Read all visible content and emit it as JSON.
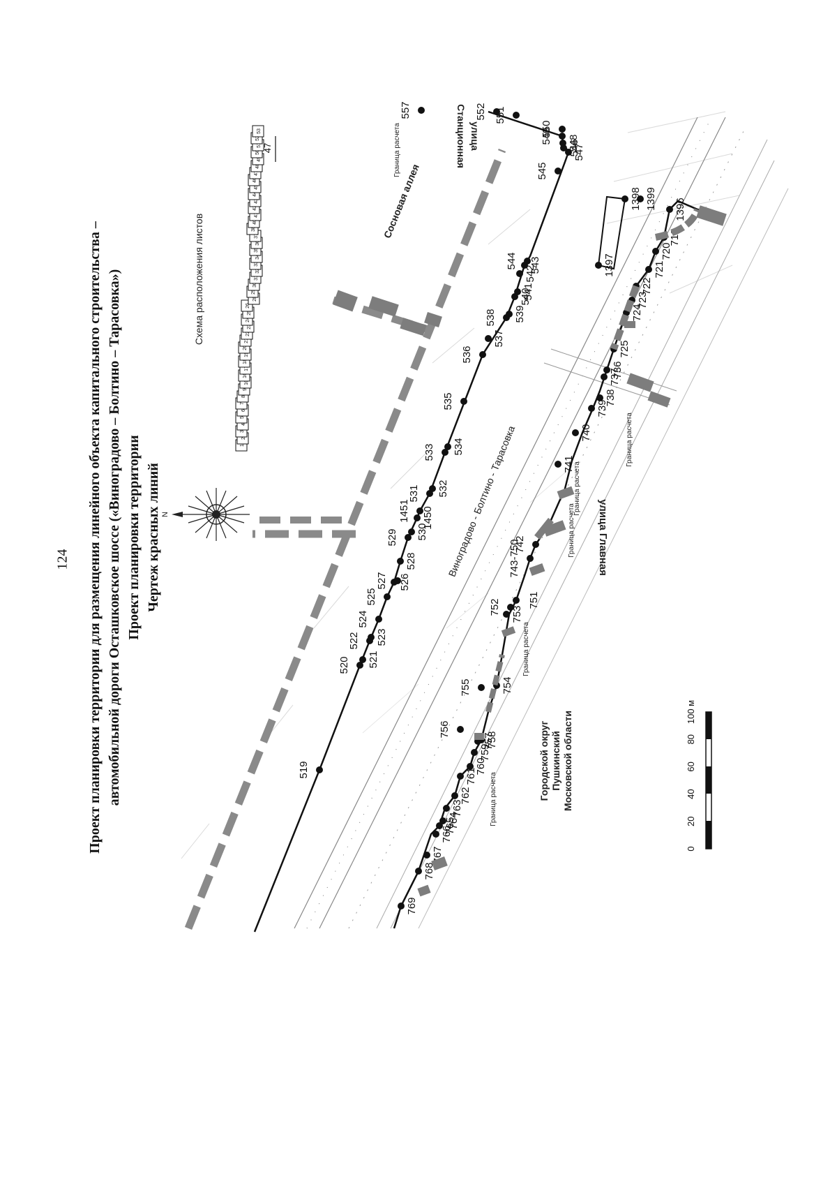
{
  "page_number": "124",
  "title": {
    "line1": "Проект планировки территории для размещения линейного объекта капитального строительства –",
    "line2": "автомобильной дороги Осташковское шоссе («Виноградово – Болтино – Тарасовка»)",
    "line3": "Проект планировки территории",
    "line4": "Чертеж красных линий"
  },
  "labels": {
    "north": "N",
    "sheet_scheme_title": "Схема расположения листов",
    "street_station": "Станционная",
    "street_station_word": "улица",
    "street_pine": "Сосновая аллея",
    "road": "Виноградово - Болтино - Тарасовка",
    "street_main": "улица Главная",
    "okrug_1": "Городской округ",
    "okrug_2": "Пушкинский",
    "okrug_3": "Московской области",
    "calc_boundary": "Граница расчета"
  },
  "scale_bar": {
    "ticks": [
      "0",
      "20",
      "40",
      "60",
      "80",
      "100 м"
    ]
  },
  "sheet_scheme": {
    "sheets": [
      "1",
      "2",
      "3",
      "4",
      "5",
      "6",
      "7",
      "8",
      "9",
      "10",
      "16",
      "17",
      "18",
      "19",
      "20",
      "21",
      "22",
      "23",
      "24",
      "25",
      "26",
      "28",
      "29",
      "30",
      "31",
      "32",
      "33",
      "34",
      "35",
      "36",
      "37",
      "38",
      "40",
      "41",
      "42",
      "43",
      "44",
      "45",
      "46",
      "47",
      "48",
      "49",
      "50",
      "51",
      "52",
      "53"
    ],
    "highlighted": "47"
  },
  "points": {
    "upper": [
      "519",
      "520",
      "521",
      "522",
      "523",
      "524",
      "525",
      "526",
      "527",
      "528",
      "529",
      "530",
      "1450",
      "1451",
      "531",
      "532",
      "533",
      "534",
      "535",
      "536",
      "537",
      "538",
      "539",
      "540",
      "541",
      "542",
      "543",
      "544",
      "545",
      "546",
      "547",
      "548",
      "549",
      "550",
      "551",
      "552",
      "557"
    ],
    "lower": [
      "769",
      "768",
      "767",
      "766",
      "765",
      "764",
      "763",
      "762",
      "761",
      "760",
      "759",
      "758",
      "757",
      "756",
      "755",
      "754",
      "753",
      "752",
      "751",
      "743-750",
      "742",
      "741",
      "740",
      "739",
      "738",
      "737",
      "736",
      "725",
      "724",
      "723",
      "722",
      "721",
      "720",
      "719",
      "1396",
      "1397",
      "1398",
      "1399"
    ]
  }
}
